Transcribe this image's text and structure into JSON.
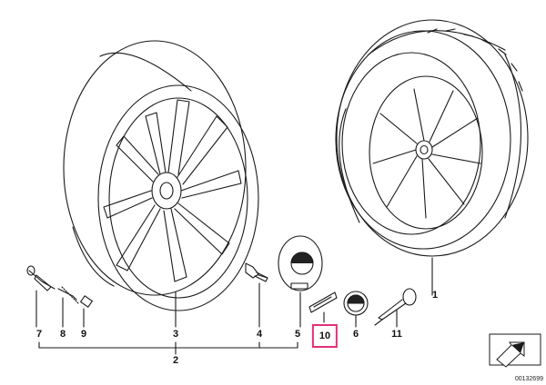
{
  "diagram": {
    "image_id": "00132699",
    "callouts": [
      {
        "id": "1",
        "label": "1"
      },
      {
        "id": "2",
        "label": "2"
      },
      {
        "id": "3",
        "label": "3"
      },
      {
        "id": "4",
        "label": "4"
      },
      {
        "id": "5",
        "label": "5"
      },
      {
        "id": "6",
        "label": "6"
      },
      {
        "id": "7",
        "label": "7"
      },
      {
        "id": "8",
        "label": "8"
      },
      {
        "id": "9",
        "label": "9"
      },
      {
        "id": "10",
        "label": "10",
        "highlighted": true
      },
      {
        "id": "11",
        "label": "11"
      }
    ],
    "colors": {
      "line": "#1a1a1a",
      "highlight": "#e0307a",
      "watermark": "#ececec"
    }
  }
}
